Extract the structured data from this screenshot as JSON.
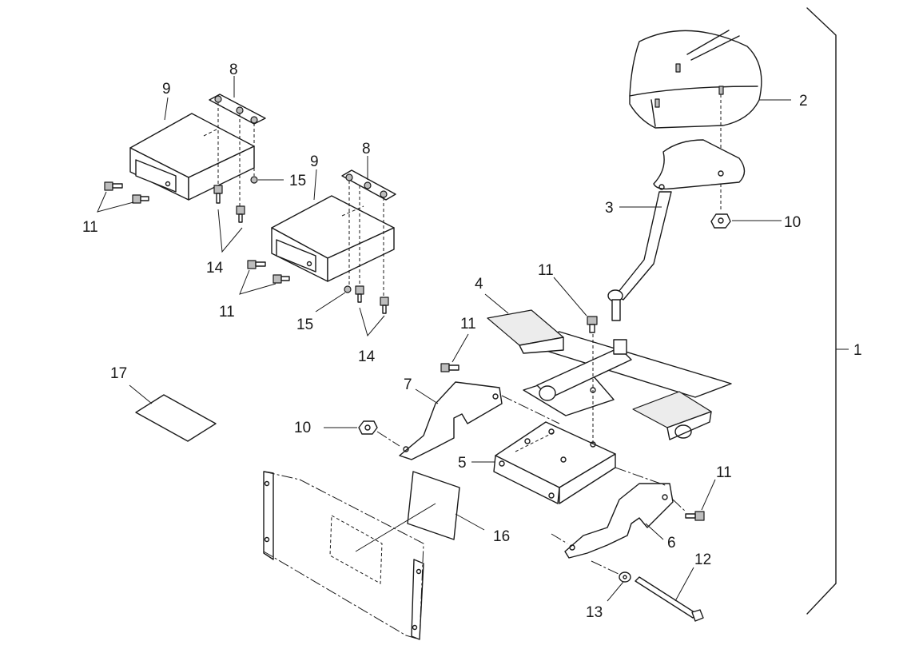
{
  "callouts": [
    {
      "id": "c1",
      "text": "1"
    },
    {
      "id": "c2",
      "text": "2"
    },
    {
      "id": "c3",
      "text": "3"
    },
    {
      "id": "c4",
      "text": "4"
    },
    {
      "id": "c5",
      "text": "5"
    },
    {
      "id": "c6",
      "text": "6"
    },
    {
      "id": "c7",
      "text": "7"
    },
    {
      "id": "c8a",
      "text": "8"
    },
    {
      "id": "c8b",
      "text": "8"
    },
    {
      "id": "c9a",
      "text": "9"
    },
    {
      "id": "c9b",
      "text": "9"
    },
    {
      "id": "c10a",
      "text": "10"
    },
    {
      "id": "c10b",
      "text": "10"
    },
    {
      "id": "c11a",
      "text": "11"
    },
    {
      "id": "c11b",
      "text": "11"
    },
    {
      "id": "c11c",
      "text": "11"
    },
    {
      "id": "c11d",
      "text": "11"
    },
    {
      "id": "c11e",
      "text": "11"
    },
    {
      "id": "c12",
      "text": "12"
    },
    {
      "id": "c13",
      "text": "13"
    },
    {
      "id": "c14a",
      "text": "14"
    },
    {
      "id": "c14b",
      "text": "14"
    },
    {
      "id": "c15a",
      "text": "15"
    },
    {
      "id": "c15b",
      "text": "15"
    },
    {
      "id": "c16",
      "text": "16"
    },
    {
      "id": "c17",
      "text": "17"
    }
  ],
  "colors": {
    "line": "#1a1a1a",
    "background": "#ffffff"
  }
}
